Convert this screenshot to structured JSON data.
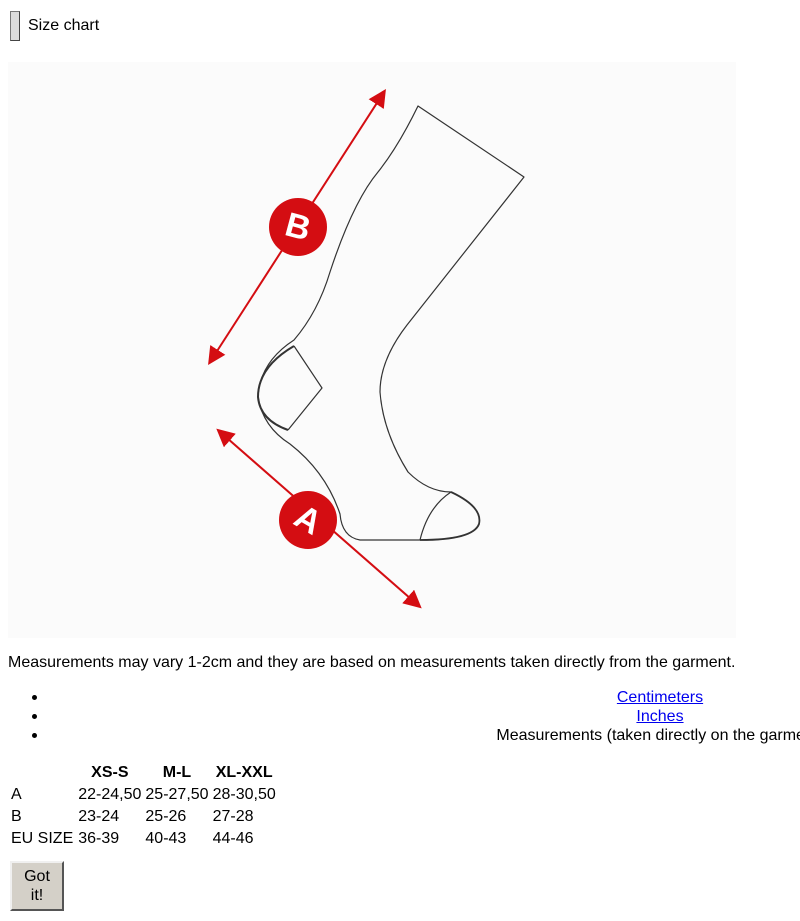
{
  "header": {
    "label": "Size chart"
  },
  "figure": {
    "badge_a": "A",
    "badge_b": "B",
    "accent_color": "#d40d12"
  },
  "note": "Measurements may vary 1-2cm and they are based on measurements taken directly from the garment.",
  "unit_tabs": {
    "centimeters": "Centimeters",
    "inches": "Inches",
    "measurements": "Measurements (taken directly on the garment)"
  },
  "size_table": {
    "columns": [
      "XS-S",
      "M-L",
      "XL-XXL"
    ],
    "rows": [
      {
        "label": "A",
        "values": [
          "22-24,50",
          "25-27,50",
          "28-30,50"
        ]
      },
      {
        "label": "B",
        "values": [
          "23-24",
          "25-26",
          "27-28"
        ]
      },
      {
        "label": "EU SIZE",
        "values": [
          "36-39",
          "40-43",
          "44-46"
        ]
      }
    ]
  },
  "confirm_button": "Got it!"
}
